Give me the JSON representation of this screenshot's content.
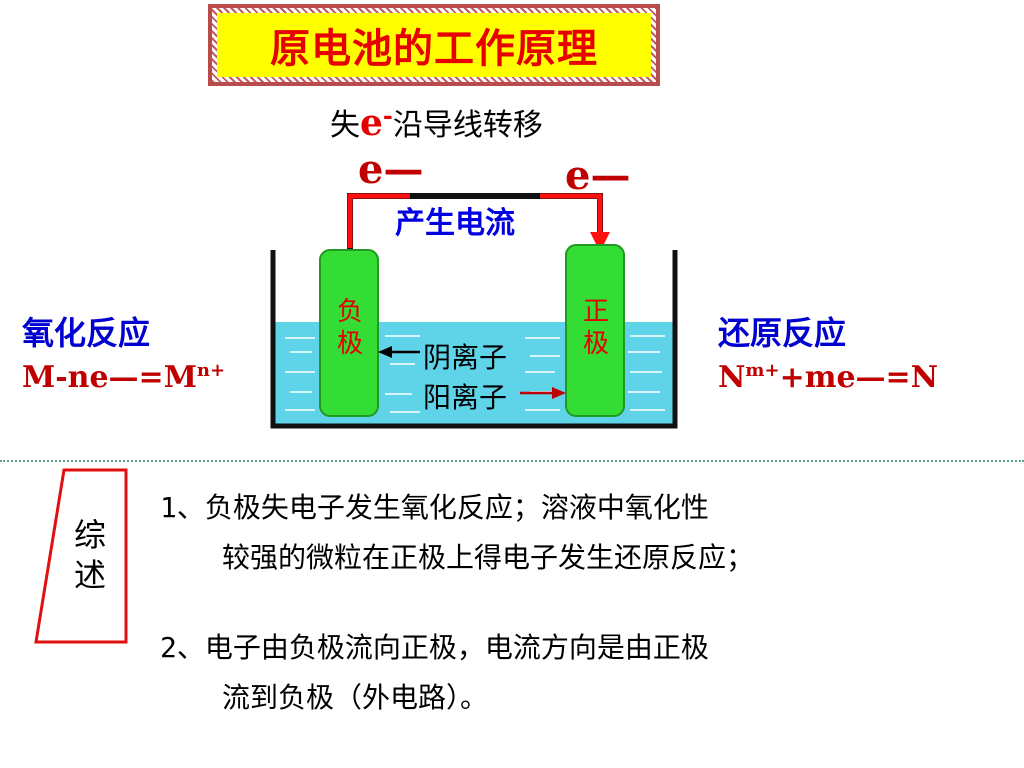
{
  "title": "原电池的工作原理",
  "subtitle": {
    "prefix": "失",
    "e": "e",
    "sup": "-",
    "suffix": "沿导线转移"
  },
  "electron_left": "e—",
  "electron_right": "e—",
  "current_label": "产生电流",
  "negative_electrode": "负\n极",
  "positive_electrode": "正\n极",
  "anion_label": "阴离子",
  "cation_label": "阳离子",
  "oxidation": {
    "title": "氧化反应",
    "eq_main": "M-ne—=M",
    "eq_sup": "n+"
  },
  "reduction": {
    "title": "还原反应",
    "eq_n": "N",
    "eq_sup": "m+",
    "eq_rest": "+me—=N"
  },
  "summary": {
    "label": "综\n述",
    "line1a": "1、负极失电子发生氧化反应；溶液中氧化性",
    "line1b": "较强的微粒在正极上得电子发生还原反应；",
    "line2a": "2、电子由负极流向正极，电流方向是由正极",
    "line2b": "流到负极（外电路）。"
  },
  "colors": {
    "accent_red": "#e60000",
    "blue_text": "#0000d0",
    "electrode_green": "#33dd33",
    "solution": "#5fd3e8",
    "title_bg": "#ffff00"
  }
}
